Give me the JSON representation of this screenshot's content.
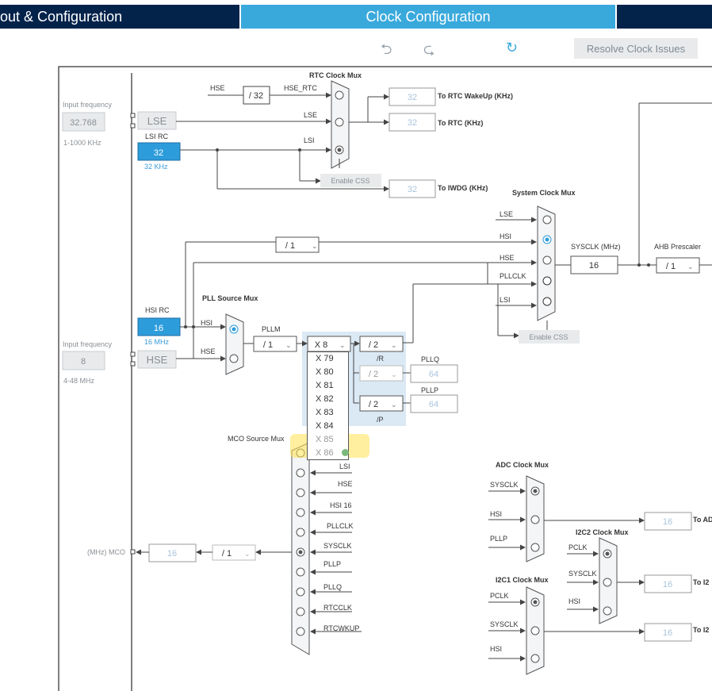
{
  "tabs": {
    "pinout": "out & Configuration",
    "clock": "Clock Configuration"
  },
  "toolbar": {
    "undo_icon": "undo-icon",
    "redo_icon": "redo-icon",
    "refresh_icon": "refresh-icon",
    "resolve_label": "Resolve Clock Issues"
  },
  "lse": {
    "input_freq_label": "Input frequency",
    "input_freq_value": "32.768",
    "range": "1-1000 KHz",
    "name": "LSE"
  },
  "lsi": {
    "title": "LSI RC",
    "value": "32",
    "unit": "32 KHz"
  },
  "hsi": {
    "title": "HSI RC",
    "value": "16",
    "unit": "16 MHz"
  },
  "hse": {
    "input_freq_label": "Input frequency",
    "input_freq_value": "8",
    "range": "4-48 MHz",
    "name": "HSE"
  },
  "rtc": {
    "title": "RTC Clock Mux",
    "hse": "HSE",
    "div": "/ 32",
    "hse_rtc": "HSE_RTC",
    "lse": "LSE",
    "lsi": "LSI",
    "enable_css": "Enable CSS",
    "wakeup_value": "32",
    "wakeup_label": "To RTC WakeUp (KHz)",
    "rtc_value": "32",
    "rtc_label": "To RTC (KHz)",
    "iwdg_value": "32",
    "iwdg_label": "To IWDG (KHz)"
  },
  "sysmux": {
    "title": "System Clock Mux",
    "inputs": [
      "LSE",
      "HSI",
      "HSE",
      "PLLCLK",
      "LSI"
    ],
    "hsi_div": "/ 1",
    "enable_css": "Enable CSS",
    "sysclk_label": "SYSCLK (MHz)",
    "sysclk_value": "16",
    "ahb_label": "AHB Prescaler",
    "ahb_value": "/ 1"
  },
  "pll": {
    "src_title": "PLL Source Mux",
    "hsi": "HSI",
    "hse": "HSE",
    "pllm_label": "PLLM",
    "pllm_value": "/ 1",
    "plln_value": "X 8",
    "r_div": "/ 2",
    "r_label": "/R",
    "q_div": "/ 2",
    "q_label": "PLLQ",
    "q_value": "64",
    "p_div": "/ 2",
    "p_label": "/P",
    "p_out_label": "PLLP",
    "p_value": "64"
  },
  "plln_dropdown": [
    "X 79",
    "X 80",
    "X 81",
    "X 82",
    "X 83",
    "X 84",
    "X 85",
    "X 86"
  ],
  "mco": {
    "title": "MCO Source Mux",
    "inputs": [
      "LSI",
      "HSE",
      "HSI 16",
      "PLLCLK",
      "SYSCLK",
      "PLLP",
      "PLLQ",
      "RTCCLK",
      "RTCWKUP"
    ],
    "div": "/ 1",
    "value": "16",
    "label": "(MHz) MCO"
  },
  "adc": {
    "title": "ADC Clock Mux",
    "inputs": [
      "SYSCLK",
      "HSI",
      "PLLP"
    ],
    "value": "16",
    "label": "To AD"
  },
  "i2c2": {
    "title": "I2C2 Clock Mux",
    "inputs": [
      "PCLK",
      "SYSCLK",
      "HSI"
    ],
    "value": "16",
    "label": "To I2"
  },
  "i2c1": {
    "title": "I2C1 Clock Mux",
    "inputs": [
      "PCLK",
      "SYSCLK",
      "HSI"
    ],
    "value": "16",
    "label": "To I2"
  },
  "colors": {
    "tab_dark": "#03234b",
    "tab_active": "#39a9dc",
    "osc_blue": "#2d9cdb",
    "pll_region": "#dbe9f5"
  }
}
